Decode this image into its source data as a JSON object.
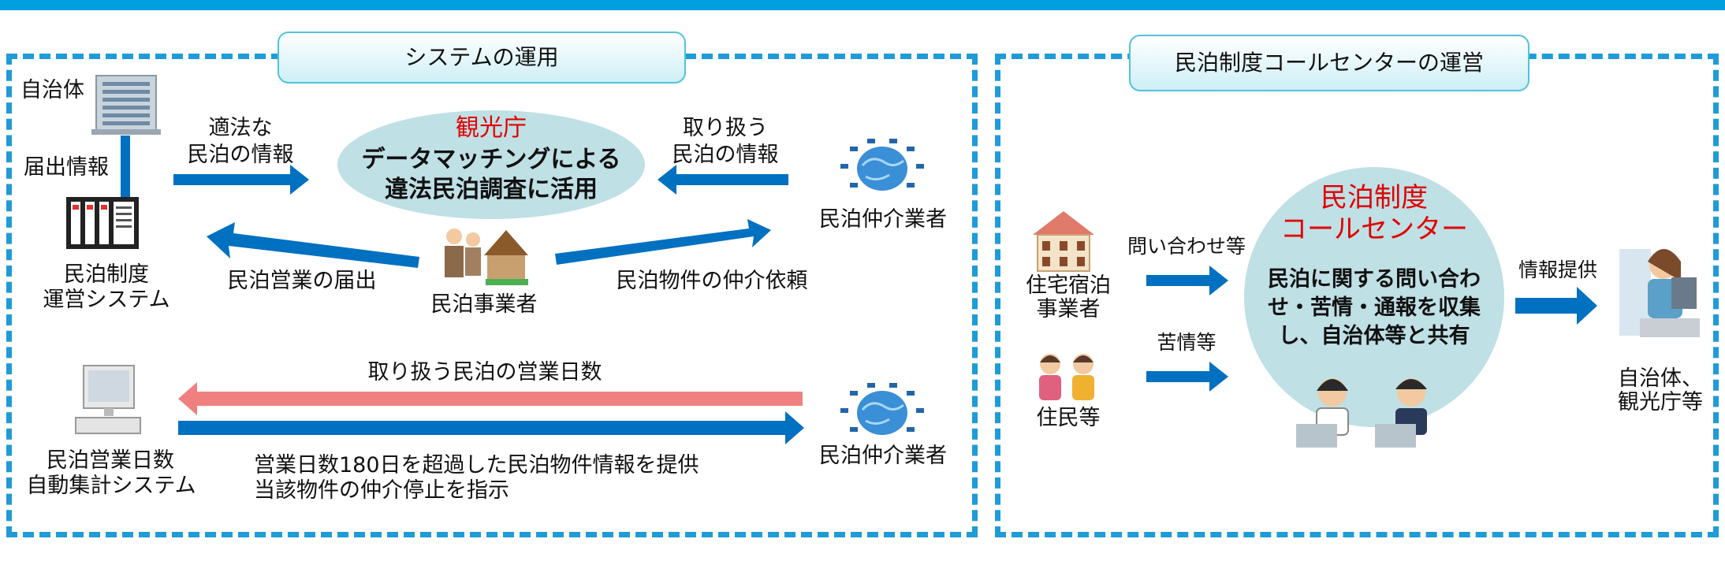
{
  "left_panel": {
    "title": "システムの運用",
    "jichitai": "自治体",
    "todokede_info": "届出情報",
    "system_name": [
      "民泊制度",
      "運営システム"
    ],
    "arrow_teki": [
      "適法な",
      "民泊の情報"
    ],
    "kankocho": "観光庁",
    "kankocho_desc": [
      "データマッチングによる",
      "違法民泊調査に活用"
    ],
    "arrow_toriatsukau": [
      "取り扱う",
      "民泊の情報"
    ],
    "broker_top": "民泊仲介業者",
    "minpaku_todokede": "民泊営業の届出",
    "operator": "民泊事業者",
    "chukai_irai": "民泊物件の仲介依頼",
    "days_system": [
      "民泊営業日数",
      "自動集計システム"
    ],
    "eigyo_days": "取り扱う民泊の営業日数",
    "broker_bottom": "民泊仲介業者",
    "over180": [
      "営業日数180日を超過した民泊物件情報を提供",
      "当該物件の仲介停止を指示"
    ]
  },
  "right_panel": {
    "title": "民泊制度コールセンターの運営",
    "host": [
      "住宅宿泊",
      "事業者"
    ],
    "inquiry": "問い合わせ等",
    "complaint": "苦情等",
    "residents": "住民等",
    "center_title": [
      "民泊制度",
      "コールセンター"
    ],
    "center_desc": [
      "民泊に関する問い合わ",
      "せ・苦情・通報を収集",
      "し、自治体等と共有"
    ],
    "info_provide": "情報提供",
    "recipients": [
      "自治体、",
      "観光庁等"
    ]
  },
  "colors": {
    "accent": "#00a0e0",
    "arrow_blue": "#0070c0",
    "arrow_pink": "#f08080",
    "highlight_red": "#e00000"
  }
}
